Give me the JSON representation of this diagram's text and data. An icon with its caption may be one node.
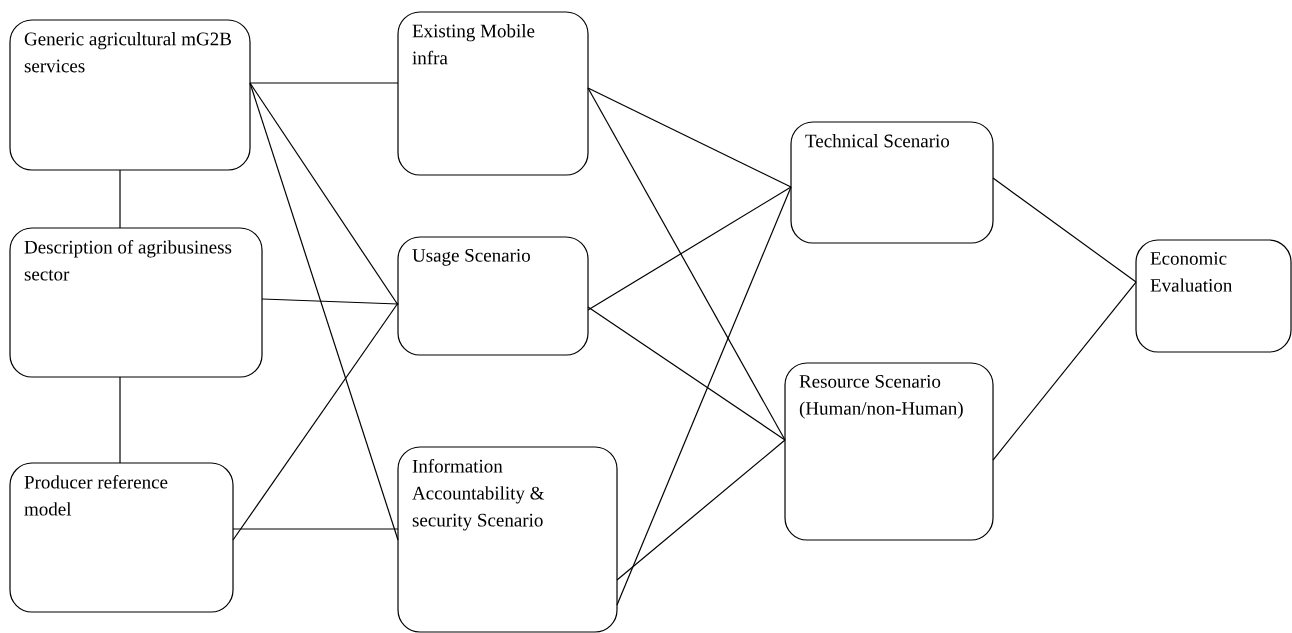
{
  "diagram": {
    "nodes": [
      {
        "text": [
          "Generic agricultural mG2B services"
        ]
      },
      {
        "text": [
          "Description of agribusiness sector"
        ]
      },
      {
        "text": [
          "Producer reference model"
        ]
      },
      {
        "text": [
          "Existing Mobile infra"
        ]
      },
      {
        "text": [
          "Usage Scenario"
        ]
      },
      {
        "text": [
          "Information Accountability & security Scenario"
        ]
      },
      {
        "text": [
          "Technical Scenario"
        ]
      },
      {
        "text": [
          "Resource Scenario (Human/non-Human)"
        ]
      },
      {
        "text": [
          "Economic Evaluation"
        ]
      }
    ],
    "edges": [
      {
        "from": 0,
        "to": 1,
        "arrow": "none"
      },
      {
        "from": 1,
        "to": 2,
        "arrow": "none"
      },
      {
        "from": 0,
        "to": 3,
        "arrow": "none"
      },
      {
        "from": 0,
        "to": 4,
        "arrow": "none"
      },
      {
        "from": 0,
        "to": 5,
        "arrow": "none"
      },
      {
        "from": 1,
        "to": 4,
        "arrow": "none"
      },
      {
        "from": 2,
        "to": 4,
        "arrow": "none"
      },
      {
        "from": 2,
        "to": 5,
        "arrow": "none"
      },
      {
        "from": 3,
        "to": 6,
        "arrow": "none"
      },
      {
        "from": 3,
        "to": 7,
        "arrow": "none"
      },
      {
        "from": 4,
        "to": 6,
        "arrow": "none"
      },
      {
        "from": 4,
        "to": 7,
        "arrow": "none"
      },
      {
        "from": 5,
        "to": 6,
        "arrow": "none"
      },
      {
        "from": 5,
        "to": 7,
        "arrow": "none"
      },
      {
        "from": 6,
        "to": 8,
        "arrow": "none"
      },
      {
        "from": 7,
        "to": 8,
        "arrow": "none"
      }
    ]
  }
}
